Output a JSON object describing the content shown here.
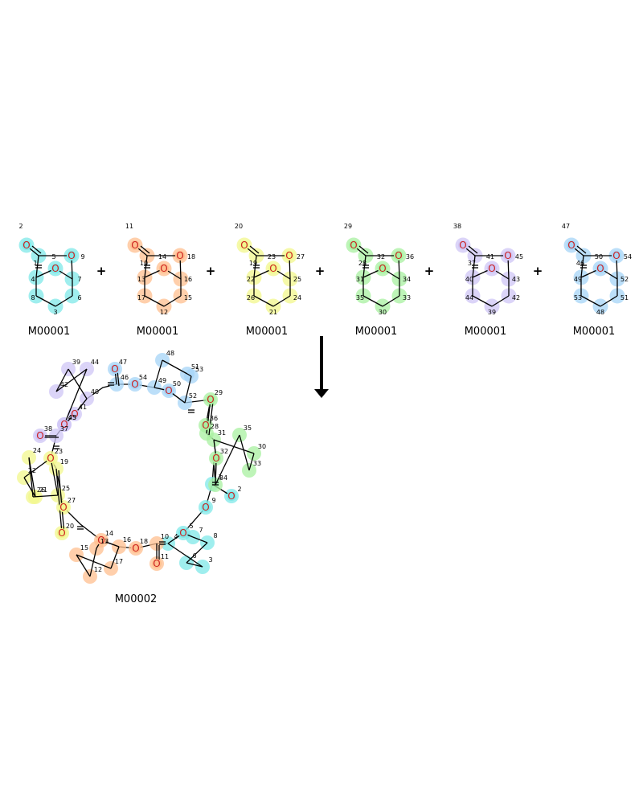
{
  "colors": [
    "#7fe8e8",
    "#ffbf8f",
    "#f2f78c",
    "#a8f0a0",
    "#cfc6f5",
    "#a6d4f7"
  ],
  "oxygen_color": "#cc2222",
  "plus_sign": "+",
  "monomer_names": [
    "M00001",
    "M00001",
    "M00001",
    "M00001",
    "M00001",
    "M00001"
  ],
  "product_name": "M00002",
  "monomers": [
    {
      "ids": [
        "1",
        "2",
        "3",
        "4",
        "5",
        "6",
        "7",
        "8",
        "9"
      ]
    },
    {
      "ids": [
        "10",
        "11",
        "12",
        "13",
        "14",
        "15",
        "16",
        "17",
        "18"
      ]
    },
    {
      "ids": [
        "19",
        "20",
        "21",
        "22",
        "23",
        "24",
        "25",
        "26",
        "27"
      ]
    },
    {
      "ids": [
        "28",
        "29",
        "30",
        "31",
        "32",
        "33",
        "34",
        "35",
        "36"
      ]
    },
    {
      "ids": [
        "37",
        "38",
        "39",
        "40",
        "41",
        "42",
        "43",
        "44",
        "45"
      ]
    },
    {
      "ids": [
        "46",
        "47",
        "48",
        "49",
        "50",
        "51",
        "52",
        "53",
        "54"
      ]
    }
  ],
  "product_units": [
    {
      "color": 0,
      "atoms": [
        "1",
        "2",
        "4",
        "5",
        "3",
        "6",
        "7",
        "8",
        "9"
      ]
    },
    {
      "color": 1,
      "atoms": [
        "10",
        "11",
        "13",
        "14",
        "12",
        "15",
        "16",
        "17",
        "18"
      ]
    },
    {
      "color": 2,
      "atoms": [
        "19",
        "20",
        "22",
        "23",
        "21",
        "24",
        "25",
        "26",
        "27"
      ]
    },
    {
      "color": 3,
      "atoms": [
        "28",
        "29",
        "31",
        "32",
        "30",
        "33",
        "34",
        "35",
        "36"
      ]
    },
    {
      "color": 4,
      "atoms": [
        "37",
        "38",
        "40",
        "41",
        "39",
        "42",
        "43",
        "44",
        "45"
      ]
    },
    {
      "color": 5,
      "atoms": [
        "46",
        "47",
        "49",
        "50",
        "48",
        "51",
        "52",
        "53",
        "54"
      ]
    }
  ]
}
